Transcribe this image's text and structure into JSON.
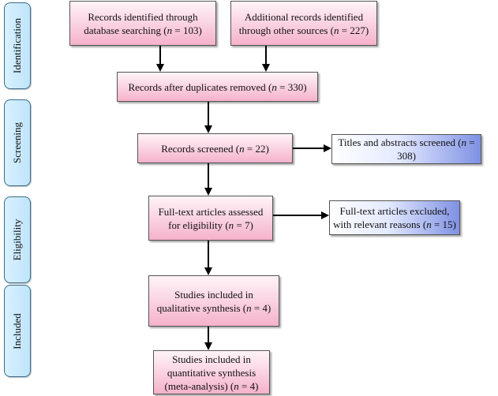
{
  "phases": {
    "identification": "Identification",
    "screening": "Screening",
    "eligibility": "Eligibility",
    "included": "Included"
  },
  "boxes": {
    "database_records": {
      "pre": "Records identified through\ndatabase searching (",
      "n": "n",
      "post": " = 103)"
    },
    "other_records": {
      "pre": "Additional records identified\nthrough other sources (",
      "n": "n",
      "post": " = 227)"
    },
    "after_duplicates": {
      "pre": "Records after duplicates removed (",
      "n": "n",
      "post": " = 330)"
    },
    "records_screened": {
      "pre": "Records screened (",
      "n": "n",
      "post": " = 22)"
    },
    "titles_abstracts": {
      "pre": "Titles and abstracts screened (",
      "n": "n",
      "post": " = 308)"
    },
    "fulltext_assessed": {
      "pre": "Full-text articles assessed\nfor eligibility (",
      "n": "n",
      "post": " = 7)"
    },
    "fulltext_excluded": {
      "pre": "Full-text articles excluded,\nwith relevant reasons (",
      "n": "n",
      "post": " = 15)"
    },
    "qualitative": {
      "pre": "Studies included in\nqualitative synthesis (",
      "n": "n",
      "post": " = 4)"
    },
    "quantitative": {
      "pre": "Studies included in\nquantitative synthesis\n(meta-analysis) (",
      "n": "n",
      "post": " = 4)"
    }
  },
  "colors": {
    "pink_box": "#f5b2cb",
    "blue_box": "#7f91e3",
    "phase_label": "#bfe4fa",
    "arrow": "#000000"
  }
}
